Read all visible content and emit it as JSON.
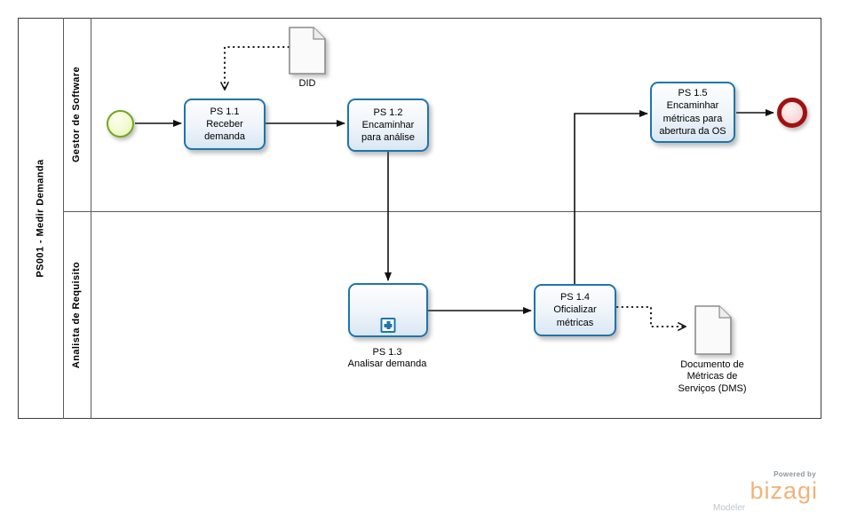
{
  "pool": {
    "title": "PS001 - Medir Demanda",
    "lanes": [
      {
        "label": "Gestor de Software"
      },
      {
        "label": "Analista de Requisito"
      }
    ]
  },
  "nodes": {
    "task_ps11": {
      "label": "PS 1.1\nReceber\ndemanda"
    },
    "task_ps12": {
      "label": "PS 1.2\nEncaminhar\npara análise"
    },
    "subprocess_ps13": {
      "label": "PS 1.3\nAnalisar demanda"
    },
    "task_ps14": {
      "label": "PS 1.4\nOficializar\nmétricas"
    },
    "task_ps15": {
      "label": "PS 1.5\nEncaminhar\nmétricas para\nabertura da OS"
    },
    "doc_did": {
      "label": "DID"
    },
    "doc_dms": {
      "label": "Documento de\nMétricas de\nServiços (DMS)"
    }
  },
  "colors": {
    "task_border": "#1f74ae",
    "start_border": "#73a622",
    "end_border": "#a01113",
    "flow_line": "#111111",
    "brand_orange": "#f1b379"
  },
  "branding": {
    "powered_by": "Powered by",
    "brand": "bizagi",
    "product": "Modeler"
  }
}
